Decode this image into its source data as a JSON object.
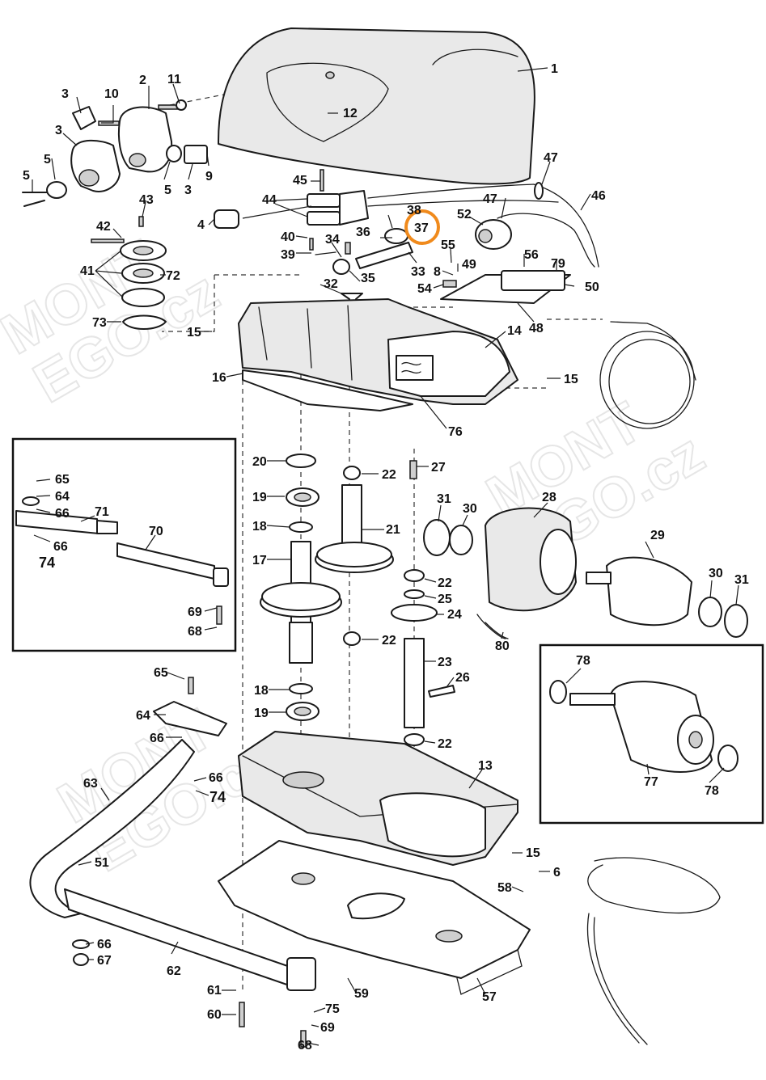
{
  "diagram": {
    "highlight_color": "#F08A1C",
    "highlighted_part": "37",
    "watermarks": [
      "MONT",
      "EGO.cz",
      "MONT",
      "EGO.cz",
      "MONT",
      "EGO.cz"
    ],
    "labels": {
      "p1": "1",
      "p2": "2",
      "p3a": "3",
      "p3b": "3",
      "p3c": "3",
      "p4": "4",
      "p5a": "5",
      "p5b": "5",
      "p5c": "5",
      "p6": "6",
      "p8": "8",
      "p9": "9",
      "p10": "10",
      "p11": "11",
      "p12": "12",
      "p13": "13",
      "p14": "14",
      "p15a": "15",
      "p15b": "15",
      "p15c": "15",
      "p16": "16",
      "p17": "17",
      "p18a": "18",
      "p18b": "18",
      "p19a": "19",
      "p19b": "19",
      "p20": "20",
      "p21": "21",
      "p22a": "22",
      "p22b": "22",
      "p22c": "22",
      "p22d": "22",
      "p23": "23",
      "p24": "24",
      "p25": "25",
      "p26": "26",
      "p27": "27",
      "p28": "28",
      "p29": "29",
      "p30a": "30",
      "p30b": "30",
      "p31a": "31",
      "p31b": "31",
      "p32": "32",
      "p33": "33",
      "p34": "34",
      "p35": "35",
      "p36": "36",
      "p37": "37",
      "p38": "38",
      "p39": "39",
      "p40": "40",
      "p41": "41",
      "p42": "42",
      "p43": "43",
      "p44": "44",
      "p45": "45",
      "p46": "46",
      "p47a": "47",
      "p47b": "47",
      "p48": "48",
      "p49": "49",
      "p50": "50",
      "p51": "51",
      "p52": "52",
      "p54": "54",
      "p55": "55",
      "p56": "56",
      "p57": "57",
      "p58": "58",
      "p59": "59",
      "p60": "60",
      "p61": "61",
      "p62": "62",
      "p63": "63",
      "p64a": "64",
      "p64b": "64",
      "p65a": "65",
      "p65b": "65",
      "p66a": "66",
      "p66b": "66",
      "p66c": "66",
      "p66d": "66",
      "p66e": "66",
      "p67": "67",
      "p68a": "68",
      "p68b": "68",
      "p69a": "69",
      "p69b": "69",
      "p70": "70",
      "p71": "71",
      "p72": "72",
      "p73": "73",
      "p74a": "74",
      "p74b": "74",
      "p75": "75",
      "p76": "76",
      "p77": "77",
      "p78a": "78",
      "p78b": "78",
      "p79": "79",
      "p80": "80"
    }
  }
}
